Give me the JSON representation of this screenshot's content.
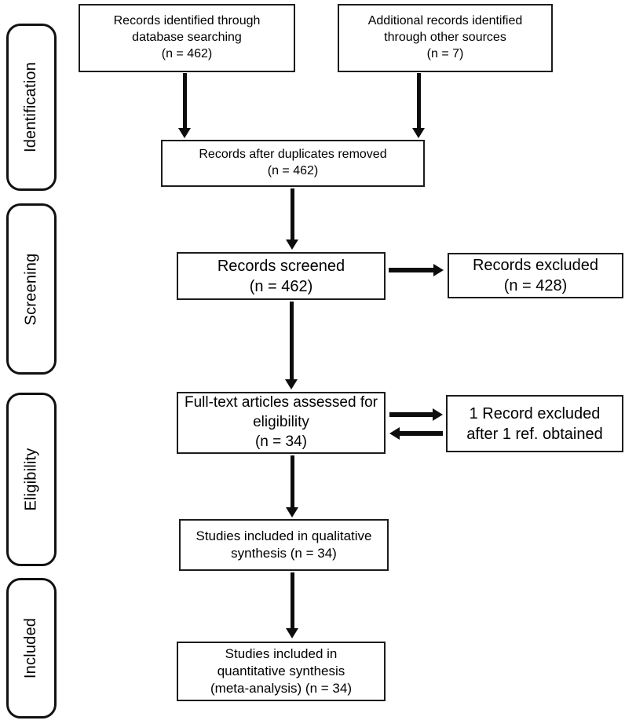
{
  "colors": {
    "ink": "#0d0d0d",
    "box_border": "#1c1c1c",
    "background": "#ffffff"
  },
  "stages": [
    {
      "label": "Identification"
    },
    {
      "label": "Screening"
    },
    {
      "label": "Eligibility"
    },
    {
      "label": "Included"
    }
  ],
  "flow": {
    "database_search": {
      "lines": [
        "Records identified through",
        "database searching",
        "(n = 462)"
      ]
    },
    "other_sources": {
      "lines": [
        "Additional records identified",
        "through other sources",
        "(n = 7)"
      ]
    },
    "duplicates_removed": {
      "lines": [
        "Records after duplicates removed",
        "(n = 462)"
      ]
    },
    "records_screened": {
      "lines": [
        "Records screened",
        "(n = 462)"
      ]
    },
    "records_excluded": {
      "lines": [
        "Records excluded",
        "(n = 428)"
      ]
    },
    "fulltext_assessed": {
      "lines": [
        "Full-text articles assessed for",
        "eligibility",
        "(n = 34)"
      ]
    },
    "fulltext_excluded": {
      "lines": [
        "1 Record excluded",
        "after 1 ref. obtained"
      ]
    },
    "qualitative_synthesis": {
      "lines": [
        "Studies included in qualitative",
        "synthesis (n = 34)"
      ]
    },
    "quantitative_synthesis": {
      "lines": [
        "Studies included in",
        "quantitative synthesis",
        "(meta-analysis) (n = 34)"
      ]
    }
  }
}
